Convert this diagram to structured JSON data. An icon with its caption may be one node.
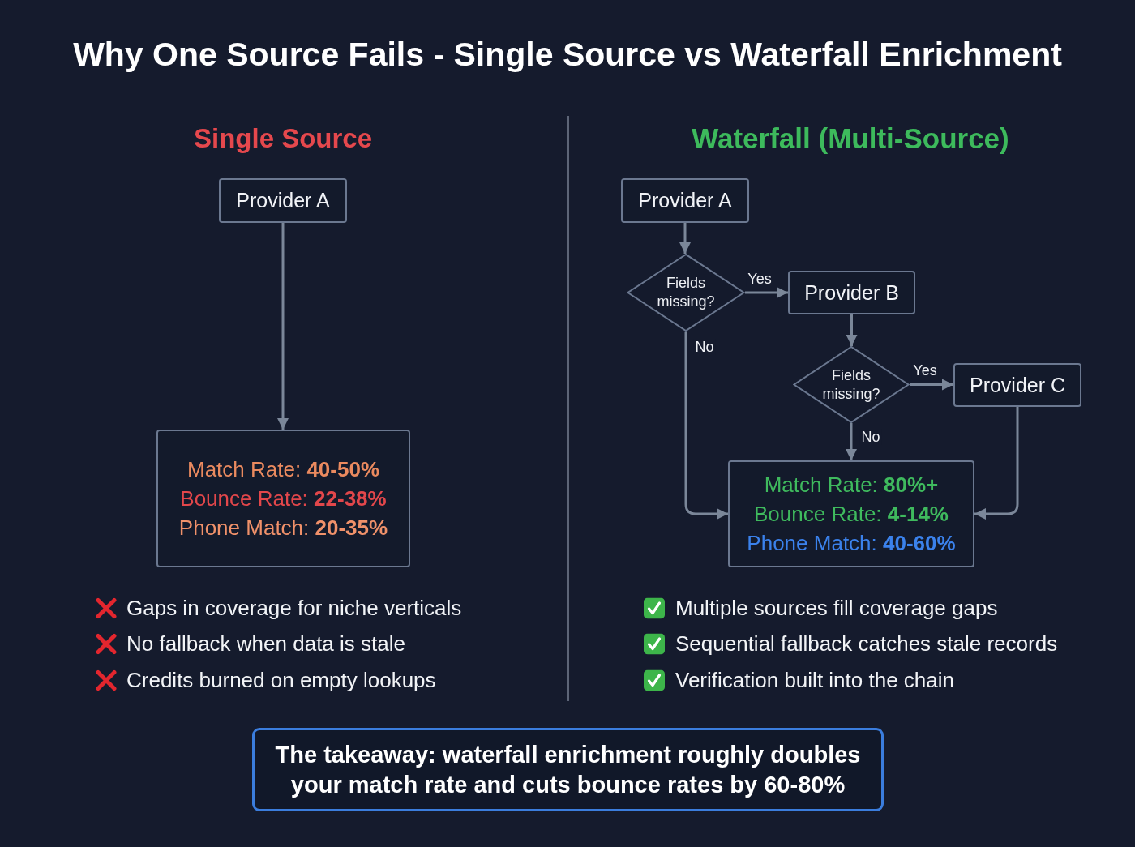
{
  "diagram": {
    "title": "Why One Source Fails - Single Source vs Waterfall Enrichment",
    "nodes": [
      {
        "text": [
          "Provider A"
        ]
      },
      {
        "text": [
          "Match Rate: **40-50%**",
          "Bounce Rate: **22-38%**",
          "Phone Match: **20-35%**"
        ]
      },
      {
        "text": [
          "Provider A"
        ]
      },
      {
        "text": [
          "Fields missing?"
        ]
      },
      {
        "text": [
          "Provider B"
        ]
      },
      {
        "text": [
          "Fields missing?"
        ]
      },
      {
        "text": [
          "Provider C"
        ]
      },
      {
        "text": [
          "Match Rate: **80%+**",
          "Bounce Rate: **4-14%**",
          "Phone Match: **40-60%**"
        ]
      },
      {
        "text": [
          "The takeaway: waterfall enrichment roughly doubles your match rate and cuts bounce rates by 60-80%"
        ]
      }
    ],
    "edges": [
      {
        "from": 0,
        "to": 1,
        "arrow": "to"
      },
      {
        "from": 2,
        "to": 3,
        "arrow": "to"
      },
      {
        "from": 3,
        "to": 4,
        "arrow": "to",
        "label": "Yes"
      },
      {
        "from": 4,
        "to": 5,
        "arrow": "to"
      },
      {
        "from": 5,
        "to": 6,
        "arrow": "to",
        "label": "Yes"
      },
      {
        "from": 3,
        "to": 7,
        "arrow": "to",
        "label": "No"
      },
      {
        "from": 5,
        "to": 7,
        "arrow": "to",
        "label": "No"
      },
      {
        "from": 6,
        "to": 7,
        "arrow": "to"
      }
    ],
    "labels": [
      "Single Source",
      "Waterfall (Multi-Source)",
      "Gaps in coverage for niche verticals",
      "No fallback when data is stale",
      "Credits burned on empty lookups",
      "Multiple sources fill coverage gaps",
      "Sequential fallback catches stale records",
      "Verification built into the chain"
    ]
  }
}
